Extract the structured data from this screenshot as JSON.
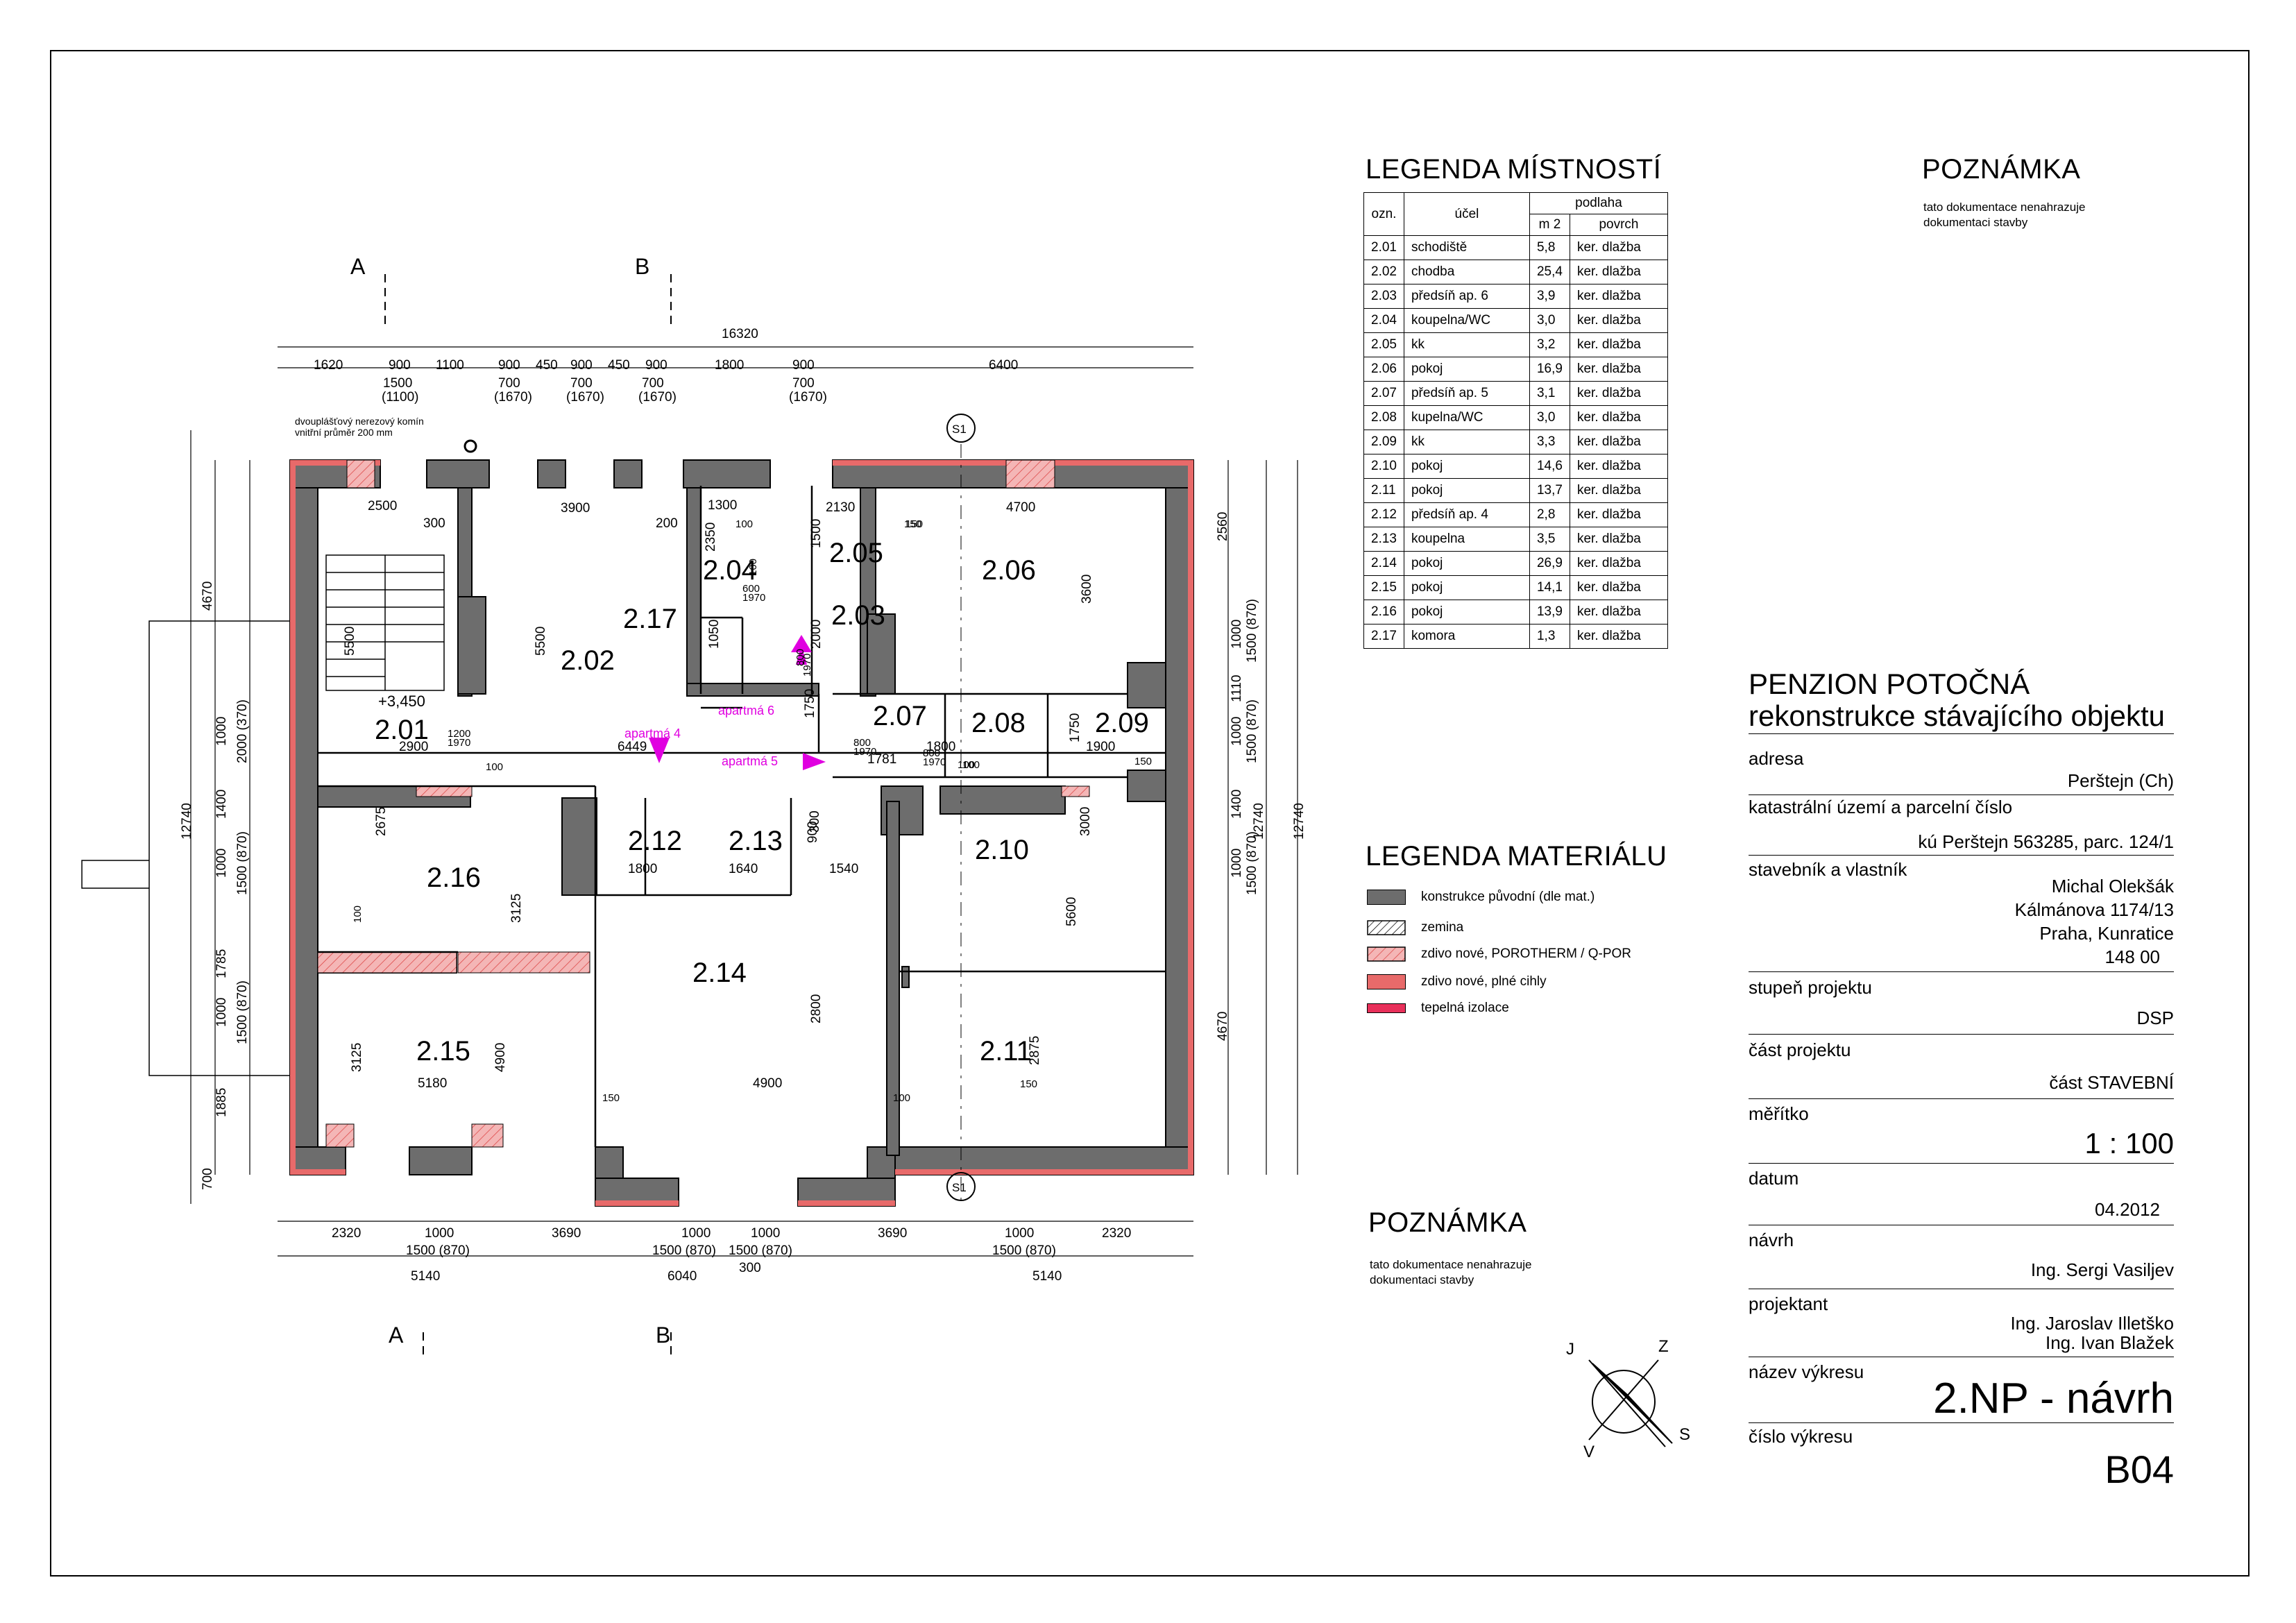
{
  "room_legend": {
    "title": "LEGENDA MÍSTNOSTÍ",
    "headers": {
      "code": "ozn.",
      "purpose": "účel",
      "floor": "podlaha",
      "area": "m 2",
      "surface": "povrch"
    },
    "rows": [
      {
        "code": "2.01",
        "purpose": "schodiště",
        "area": "5,8",
        "surface": "ker. dlažba"
      },
      {
        "code": "2.02",
        "purpose": "chodba",
        "area": "25,4",
        "surface": "ker. dlažba"
      },
      {
        "code": "2.03",
        "purpose": "předsíň ap. 6",
        "area": "3,9",
        "surface": "ker. dlažba"
      },
      {
        "code": "2.04",
        "purpose": "koupelna/WC",
        "area": "3,0",
        "surface": "ker. dlažba"
      },
      {
        "code": "2.05",
        "purpose": "kk",
        "area": "3,2",
        "surface": "ker. dlažba"
      },
      {
        "code": "2.06",
        "purpose": "pokoj",
        "area": "16,9",
        "surface": "ker. dlažba"
      },
      {
        "code": "2.07",
        "purpose": "předsíň ap. 5",
        "area": "3,1",
        "surface": "ker. dlažba"
      },
      {
        "code": "2.08",
        "purpose": "kupelna/WC",
        "area": "3,0",
        "surface": "ker. dlažba"
      },
      {
        "code": "2.09",
        "purpose": "kk",
        "area": "3,3",
        "surface": "ker. dlažba"
      },
      {
        "code": "2.10",
        "purpose": "pokoj",
        "area": "14,6",
        "surface": "ker. dlažba"
      },
      {
        "code": "2.11",
        "purpose": "pokoj",
        "area": "13,7",
        "surface": "ker. dlažba"
      },
      {
        "code": "2.12",
        "purpose": "předsíň ap. 4",
        "area": "2,8",
        "surface": "ker. dlažba"
      },
      {
        "code": "2.13",
        "purpose": "koupelna",
        "area": "3,5",
        "surface": "ker. dlažba"
      },
      {
        "code": "2.14",
        "purpose": "pokoj",
        "area": "26,9",
        "surface": "ker. dlažba"
      },
      {
        "code": "2.15",
        "purpose": "pokoj",
        "area": "14,1",
        "surface": "ker. dlažba"
      },
      {
        "code": "2.16",
        "purpose": "pokoj",
        "area": "13,9",
        "surface": "ker. dlažba"
      },
      {
        "code": "2.17",
        "purpose": "komora",
        "area": "1,3",
        "surface": "ker. dlažba"
      }
    ]
  },
  "note_top": {
    "title": "POZNÁMKA",
    "text1": "tato dokumentace nenahrazuje",
    "text2": "dokumentaci stavby"
  },
  "note_bottom": {
    "title": "POZNÁMKA",
    "text1": "tato dokumentace nenahrazuje",
    "text2": "dokumentaci stavby"
  },
  "material_legend": {
    "title": "LEGENDA MATERIÁLU",
    "items": [
      {
        "label": "konstrukce původní (dle mat.)",
        "swatch": "#6d6d6d"
      },
      {
        "label": "zemina",
        "swatch": "hatch"
      },
      {
        "label": "zdivo nové, POROTHERM / Q-POR",
        "swatch": "#f4b6b6"
      },
      {
        "label": "zdivo nové, plné cihly",
        "swatch": "#e86a6a"
      },
      {
        "label": "tepelná izolace",
        "swatch": "#e8305a"
      }
    ]
  },
  "title_block": {
    "project1": "PENZION POTOČNÁ",
    "project2": "rekonstrukce stávajícího objektu",
    "address_label": "adresa",
    "address": "Perštejn (Ch)",
    "cadastre_label": "katastrální území a parcelní číslo",
    "cadastre": "kú Perštejn 563285, parc. 124/1",
    "owner_label": "stavebník a vlastník",
    "owner1": "Michal Olekšák",
    "owner2": "Kálmánova 1174/13",
    "owner3": "Praha, Kunratice",
    "owner4": "148 00",
    "stage_label": "stupeň projektu",
    "stage": "DSP",
    "part_label": "část projektu",
    "part": "část STAVEBNÍ",
    "scale_label": "měřítko",
    "scale": "1 : 100",
    "date_label": "datum",
    "date": "04.2012",
    "design_label": "návrh",
    "design": "Ing. Sergi Vasiljev",
    "designer_label": "projektant",
    "designer1": "Ing. Jaroslav Illetško",
    "designer2": "Ing. Ivan Blažek",
    "drawing_label": "název výkresu",
    "drawing": "2.NP - návrh",
    "number_label": "číslo výkresu",
    "number": "B04"
  },
  "plan": {
    "rooms": [
      "2.01",
      "2.02",
      "2.03",
      "2.04",
      "2.05",
      "2.06",
      "2.07",
      "2.08",
      "2.09",
      "2.10",
      "2.11",
      "2.12",
      "2.13",
      "2.14",
      "2.15",
      "2.16",
      "2.17"
    ],
    "level": "+3,450",
    "apartments": [
      "apartmá 4",
      "apartmá 5",
      "apartmá 6"
    ],
    "section_marks": [
      "A",
      "B",
      "A",
      "B"
    ],
    "axis_marks": [
      "S1",
      "S1"
    ],
    "chimney_note1": "dvouplášťový nerezový komín",
    "chimney_note2": "vnitřní průměr 200 mm",
    "top_dims": [
      "1620",
      "900",
      "1100",
      "900",
      "450",
      "900",
      "450",
      "900",
      "1800",
      "900",
      "6400"
    ],
    "top_total": "16320",
    "top_sub": [
      "1500",
      "(1100)",
      "700",
      "(1670)",
      "700",
      "(1670)",
      "700",
      "(1670)",
      "700",
      "(1670)"
    ],
    "bottom_dims": [
      "2320",
      "1000",
      "3690",
      "1000",
      "1000",
      "3690",
      "1000",
      "2320"
    ],
    "bottom_sub": [
      "1500 (870)",
      "1500 (870)",
      "1500 (870)",
      "1500 (870)",
      "300"
    ],
    "bottom_totals": [
      "5140",
      "6040",
      "5140"
    ],
    "left_dims": [
      "4670",
      "1000",
      "1400",
      "1000",
      "1785",
      "1000",
      "1885",
      "700",
      "12740"
    ],
    "left_sub": [
      "2000 (370)",
      "1500 (870)",
      "1500 (870)"
    ],
    "right_dims": [
      "2560",
      "1000",
      "1110",
      "1000",
      "1400",
      "1000",
      "4670",
      "12740",
      "12740"
    ],
    "right_sub": [
      "1500 (870)",
      "1500 (870)",
      "1500 (870)"
    ],
    "inner_dims": [
      "2500",
      "300",
      "3900",
      "200",
      "1300",
      "100",
      "2130",
      "150",
      "4700",
      "5500",
      "5500",
      "2350",
      "1500",
      "3600",
      "600",
      "1970",
      "100",
      "1050",
      "2000",
      "800",
      "1970",
      "150",
      "1200",
      "1970",
      "2900",
      "100",
      "6449",
      "1750",
      "1781",
      "1800",
      "100",
      "1900",
      "800",
      "1970",
      "1750",
      "150",
      "800",
      "1970",
      "100",
      "1800",
      "1640",
      "900",
      "1540",
      "300",
      "2675",
      "3125",
      "100",
      "3000",
      "5600",
      "2800",
      "2875",
      "3125",
      "4900",
      "5180",
      "4900",
      "150",
      "150",
      "100"
    ],
    "compass": [
      "J",
      "Z",
      "S",
      "V"
    ]
  }
}
